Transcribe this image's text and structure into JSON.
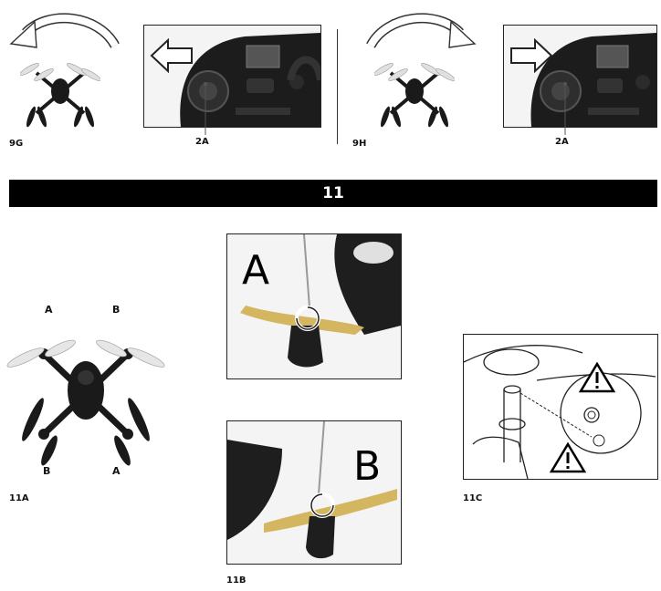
{
  "labels": {
    "fig_9g": "9G",
    "fig_9h": "9H",
    "callout_2a_left": "2A",
    "callout_2a_right": "2A",
    "section_number": "11",
    "fig_11a": "11A",
    "fig_11b": "11B",
    "fig_11c": "11C"
  },
  "propeller_labels": {
    "top_left": "A",
    "top_right": "B",
    "bottom_left": "B",
    "bottom_right": "A"
  },
  "photo_letters": {
    "panel_a": "A",
    "panel_b": "B"
  },
  "icons": {
    "rotate_left": "curved-arrow-counterclockwise-icon",
    "rotate_right": "curved-arrow-clockwise-icon",
    "arrow_left": "block-arrow-left-icon",
    "arrow_right": "block-arrow-right-icon",
    "warning": "warning-triangle-icon"
  },
  "colors": {
    "section_bar": "#000000",
    "section_text": "#ffffff",
    "propeller": "#e6e6e6",
    "drone_body": "#1a1a1a"
  }
}
